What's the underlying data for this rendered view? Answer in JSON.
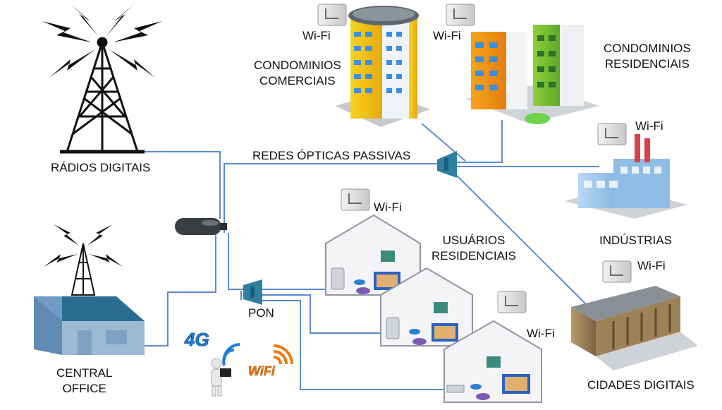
{
  "labels": {
    "radios": "RÁDIOS DIGITAIS",
    "central_office_1": "CENTRAL",
    "central_office_2": "OFFICE",
    "comerciais_1": "CONDOMINIOS",
    "comerciais_2": "COMERCIAIS",
    "residenciais_1": "CONDOMINIOS",
    "residenciais_2": "RESIDENCIAIS",
    "redes": "REDES ÓPTICAS PASSIVAS",
    "industrias": "INDÚSTRIAS",
    "usuarios_1": "USUÁRIOS",
    "usuarios_2": "RESIDENCIAIS",
    "cidades": "CIDADES DIGITAIS",
    "pon": "PON",
    "wifi": "Wi-Fi",
    "g4": "4G",
    "wifi_logo": "WiFi"
  },
  "colors": {
    "fiber": "#5b8bd0",
    "fiber_dark": "#3f6fb8",
    "splitter": "#2f7fa0",
    "office_roof": "#2b6d92",
    "office_wall": "#9db9d4",
    "house_fill": "#f4f4f6",
    "house_stroke": "#8f95a3",
    "g4": "#1b7fd6",
    "wifi_orange": "#f07a10"
  }
}
